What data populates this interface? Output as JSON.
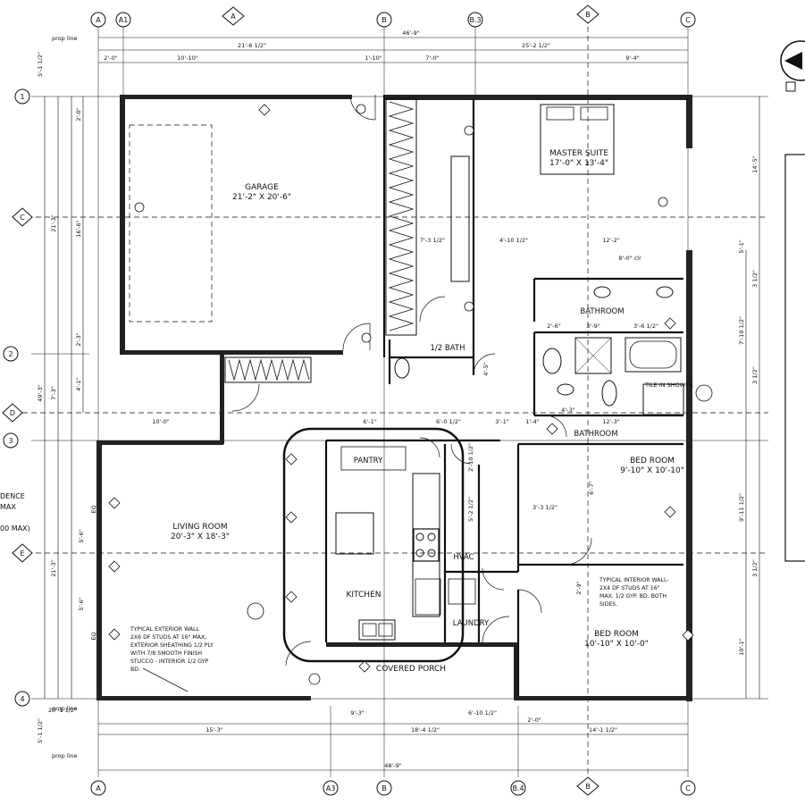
{
  "rooms": {
    "garage": {
      "name": "GARAGE",
      "size": "21'-2\" X 20'-6\""
    },
    "master": {
      "name": "MASTER SUITE",
      "size": "17'-0\" X 13'-4\""
    },
    "living": {
      "name": "LIVING ROOM",
      "size": "20'-3\" X 18'-3\""
    },
    "kitchen": "KITCHEN",
    "pantry": "PANTRY",
    "hvac": "HVAC",
    "laundry": "LAUNDRY",
    "half_bath": "1/2 BATH",
    "bathroom_master": "BATHROOM",
    "bathroom_hall": "BATHROOM",
    "tile_shower": "TILE IN SHOWER",
    "bed1": {
      "name": "BED ROOM",
      "size": "9'-10\" X 10'-10\""
    },
    "bed2": {
      "name": "BED ROOM",
      "size": "10'-10\" X 10'-0\""
    },
    "covered_porch": "COVERED PORCH"
  },
  "notes": {
    "exterior_wall": [
      "TYPICAL EXTERIOR WALL",
      "2X6 DF STUDS AT 16\" MAX,",
      "EXTERIOR SHEATHING 1/2 PLY",
      "WITH 7/8 SMOOTH FINISH",
      "STUCCO - INTERIOR 1/2 GYP",
      "BD."
    ],
    "interior_wall": [
      "TYPICAL INTERIOR WALL-",
      "2X4 DF STUDS AT 16\"",
      "MAX. 1/2 GYP. BD. BOTH",
      "SIDES."
    ],
    "side_partial": [
      "DENCE",
      "MAX",
      "00 MAX)"
    ],
    "prop_line": "prop line"
  },
  "grid": {
    "top": [
      "A",
      "A1",
      "A",
      "B",
      "B.3",
      "B",
      "C"
    ],
    "bottom": [
      "A",
      "A3",
      "B",
      "B.4",
      "B",
      "C"
    ],
    "left": [
      "1",
      "C",
      "2",
      "D",
      "3",
      "E",
      "4"
    ]
  },
  "dims_top": {
    "overall": "46'-9\"",
    "left": "21'-6 1/2\"",
    "right": "25'-2 1/2\"",
    "segs": [
      "2'-0\"",
      "10'-10\"",
      "1'-10\"",
      "7'-0\"",
      "9'-4\""
    ]
  },
  "dims_bottom": {
    "segs": [
      "9'-3\"",
      "6'-10 1/2\"",
      "2'-0\""
    ],
    "mid": [
      "15'-3\"",
      "18'-4 1/2\"",
      "14'-1 1/2\""
    ],
    "overall": "48'-9\"",
    "left": "20'-1 1/2\""
  },
  "dims_left": [
    "2'-0\"",
    "16'-6\"",
    "2'-3\"",
    "4'-1\"",
    "21'-3\"",
    "7'-3\"",
    "21'-3\"",
    "49'-3\"",
    "5'-1 1/2\"",
    "5'-1 1/2\""
  ],
  "dims_right": [
    "14'-5\"",
    "5'-1\"",
    "3 1/2\"",
    "7'-10 1/2\"",
    "3 1/2\"",
    "9'-11 1/2\"",
    "3 1/2\"",
    "10'-1\""
  ],
  "dims_interior": [
    "4'-10 1/2\"",
    "7'-3 1/2\"",
    "12'-2\"",
    "8'-0\" clr",
    "3'-9\"",
    "3'-6 1/2\"",
    "4'-3\"",
    "12'-3\"",
    "6'-1\"",
    "6'-0 1/2\"",
    "3'-1\"",
    "1'-4\"",
    "10'-0\"",
    "2'-9\"",
    "6'-7\"",
    "3'-3 1/2\"",
    "5'-2 1/2\"",
    "2'-10 1/2\"",
    "4'-5\"",
    "2'-6\"",
    "EQ",
    "EQ",
    "5'-6\"",
    "5'-6\""
  ]
}
